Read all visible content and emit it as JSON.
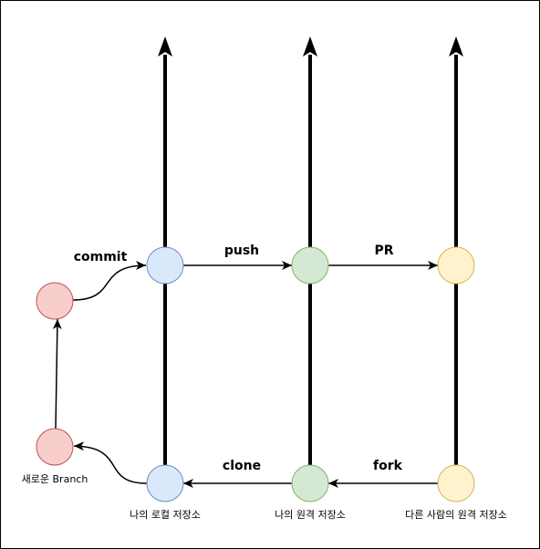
{
  "edges": {
    "commit": "commit",
    "push": "push",
    "pr": "PR",
    "clone": "clone",
    "fork": "fork"
  },
  "nodes": {
    "new_branch": "새로운 Branch",
    "local_repo": "나의 로컬 저장소",
    "my_remote": "나의 원격 저장소",
    "other_remote": "다른 사람의 원격 저장소"
  },
  "colors": {
    "red_fill": "#f8cecc",
    "red_stroke": "#b85450",
    "blue_fill": "#dae8fc",
    "blue_stroke": "#6c8ebf",
    "green_fill": "#d5e8d4",
    "green_stroke": "#82b366",
    "yellow_fill": "#fff2cc",
    "yellow_stroke": "#d6b656"
  }
}
